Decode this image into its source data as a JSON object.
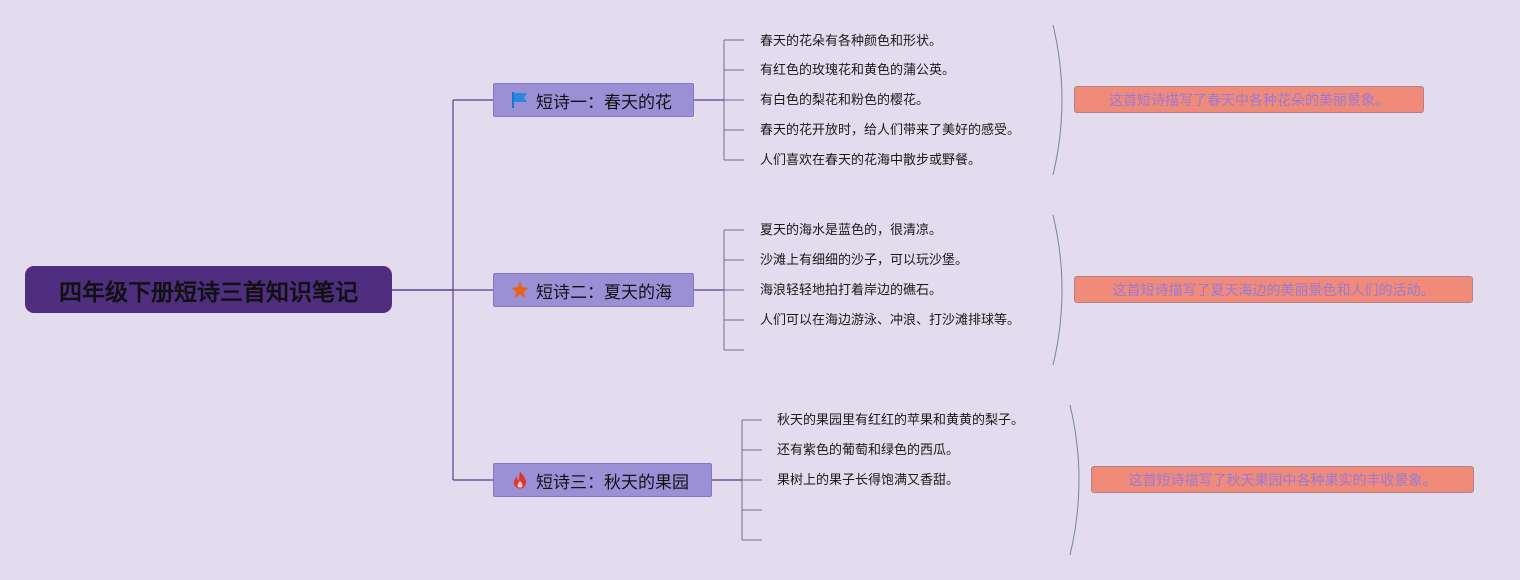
{
  "root": {
    "label": "四年级下册短诗三首知识笔记"
  },
  "colors": {
    "background": "#e3dbee",
    "root_fill": "#4f2d7f",
    "branch_fill": "#9b8fd6",
    "summary_fill": "#f08a79",
    "summary_text": "#9b7ad6",
    "connector": "#5a3f8c"
  },
  "branches": [
    {
      "label": "短诗一：春天的花",
      "icon": "blue-flag-icon",
      "items": [
        "春天的花朵有各种颜色和形状。",
        "有红色的玫瑰花和黄色的蒲公英。",
        "有白色的梨花和粉色的樱花。",
        "春天的花开放时，给人们带来了美好的感受。",
        "人们喜欢在春天的花海中散步或野餐。"
      ],
      "summary": "这首短诗描写了春天中各种花朵的美丽景象。"
    },
    {
      "label": "短诗二：夏天的海",
      "icon": "orange-star-icon",
      "items": [
        "夏天的海水是蓝色的，很清凉。",
        "沙滩上有细细的沙子，可以玩沙堡。",
        "海浪轻轻地拍打着岸边的礁石。",
        "人们可以在海边游泳、冲浪、打沙滩排球等。",
        ""
      ],
      "summary": "这首短诗描写了夏天海边的美丽景色和人们的活动。"
    },
    {
      "label": "短诗三：秋天的果园",
      "icon": "red-flame-icon",
      "items": [
        "秋天的果园里有红红的苹果和黄黄的梨子。",
        "还有紫色的葡萄和绿色的西瓜。",
        "果树上的果子长得饱满又香甜。",
        "",
        ""
      ],
      "summary": "这首短诗描写了秋天果园中各种果实的丰收景象。"
    }
  ]
}
